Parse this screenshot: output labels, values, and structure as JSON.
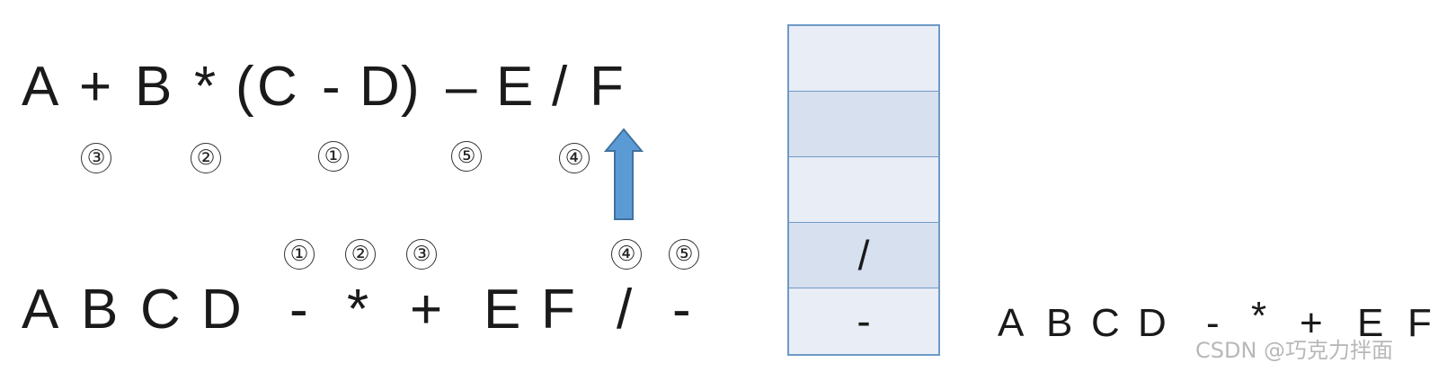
{
  "infix_expression": [
    "A",
    "+",
    "B",
    "*",
    "(",
    "C",
    "-",
    "D",
    ")",
    "–",
    "E",
    "/",
    "F"
  ],
  "precedence_marks": [
    "③",
    "②",
    "①",
    "⑤",
    "④"
  ],
  "postfix_marks": [
    "①",
    "②",
    "③",
    "④",
    "⑤"
  ],
  "postfix_expression": [
    "A",
    "B",
    "C",
    "D",
    "-",
    "*",
    "+",
    "E",
    "F",
    "/",
    "-"
  ],
  "stack": {
    "cells": [
      "",
      "",
      "",
      "/",
      "-"
    ]
  },
  "partial_output": [
    "A",
    "B",
    "C",
    "D",
    "-",
    "*",
    "+",
    "E",
    "F"
  ],
  "watermark": "CSDN @巧克力拌面",
  "colors": {
    "arrow_fill": "#5b9bd5",
    "arrow_stroke": "#41719c",
    "stack_border": "#6f9ac6",
    "stack_light": "#e9edf6",
    "stack_dark": "#d6e0ef"
  },
  "icons": [
    "up-arrow-icon"
  ]
}
